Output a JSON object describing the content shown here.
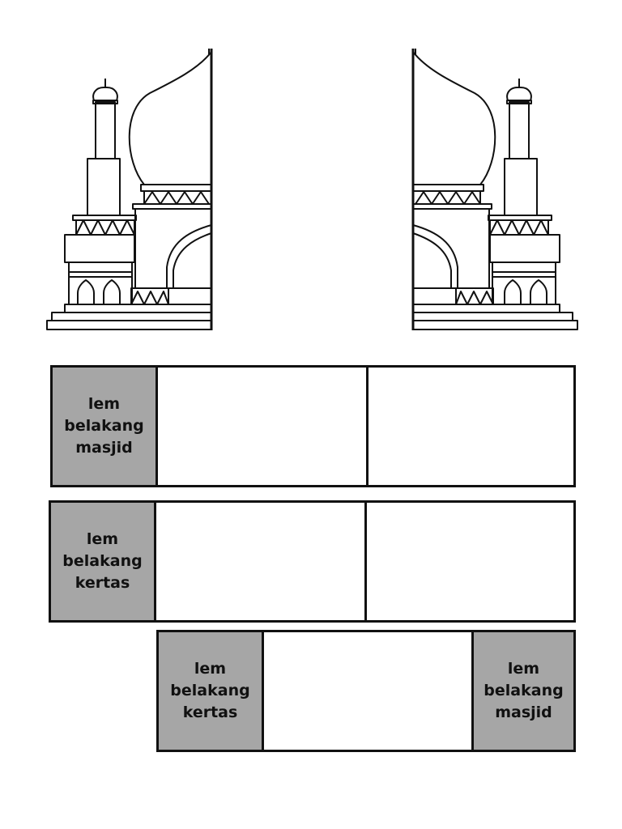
{
  "colors": {
    "line": "#111111",
    "glue_fill": "#a6a6a6",
    "paper": "#ffffff"
  },
  "icons": {
    "left_half": "mosque-left-half-icon",
    "right_half": "mosque-right-half-icon"
  },
  "strips": {
    "top": {
      "glue_label": "lem\nbelakang\nmasjid"
    },
    "middle": {
      "glue_label": "lem\nbelakang\nkertas"
    },
    "bottom": {
      "left_glue_label": "lem\nbelakang\nkertas",
      "right_glue_label": "lem\nbelakang\nmasjid"
    }
  }
}
